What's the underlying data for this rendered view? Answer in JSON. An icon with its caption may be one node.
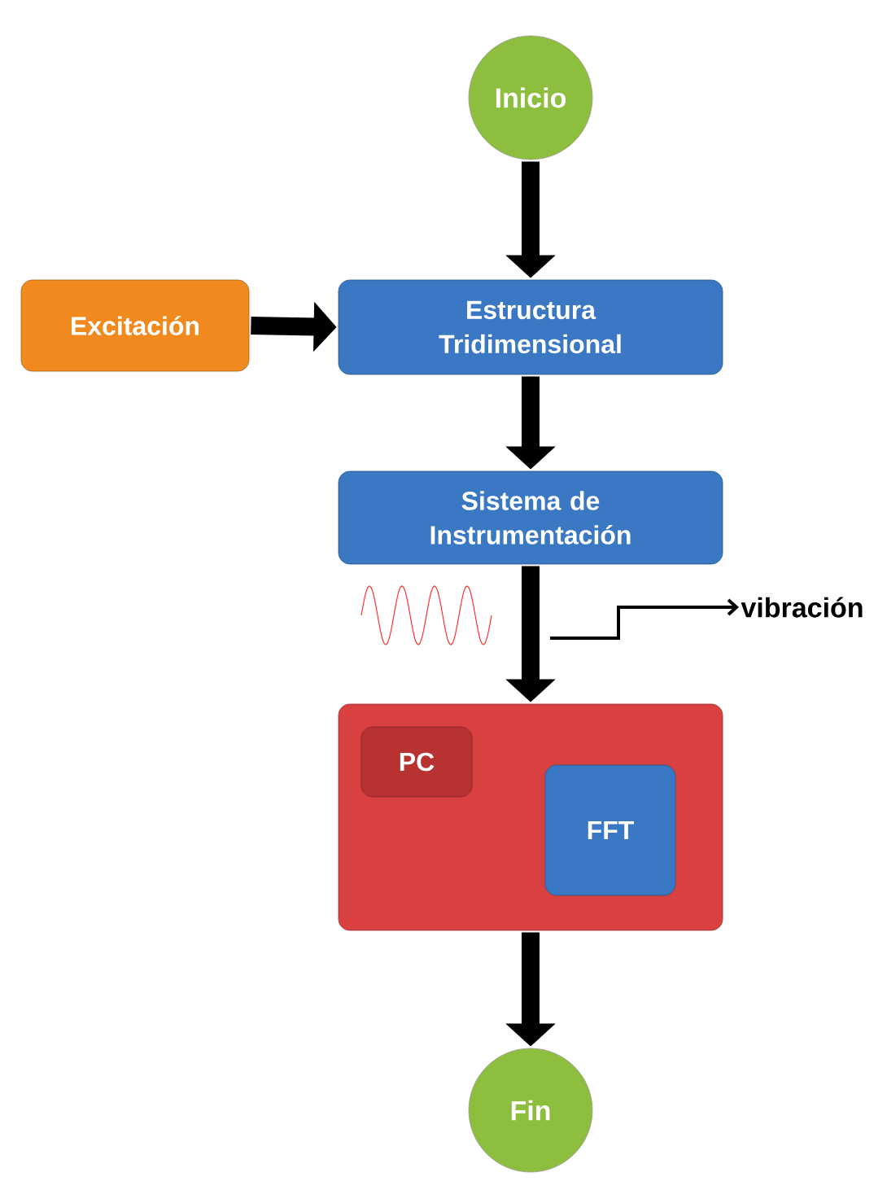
{
  "diagram": {
    "nodes": [
      {
        "text": [
          "Inicio"
        ]
      },
      {
        "text": [
          "Excitación"
        ]
      },
      {
        "text": [
          "Estructura Tridimensional"
        ]
      },
      {
        "text": [
          "Sistema de Instrumentación"
        ]
      },
      {
        "text": [],
        "shape": "box"
      },
      {
        "text": [
          "PC"
        ],
        "in": 4
      },
      {
        "text": [
          "FFT"
        ],
        "in": 4
      },
      {
        "text": [
          "Fin"
        ]
      },
      {
        "text": [
          "vibración"
        ]
      }
    ],
    "edges": [
      {
        "from": 0,
        "to": 2,
        "arrow": "to"
      },
      {
        "from": 1,
        "to": 2,
        "arrow": "to"
      },
      {
        "from": 2,
        "to": 3,
        "arrow": "to"
      },
      {
        "from": 3,
        "to": 4,
        "arrow": "to"
      },
      {
        "from": 4,
        "to": 7,
        "arrow": "to"
      },
      {
        "from": null,
        "to": 8,
        "arrow": "to"
      }
    ]
  }
}
